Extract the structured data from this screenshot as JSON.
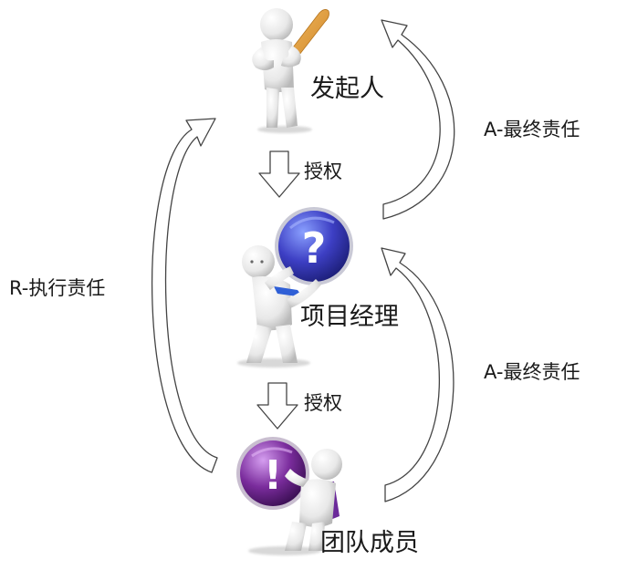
{
  "roles": {
    "initiator": "发起人",
    "project_manager": "项目经理",
    "team_members": "团队成员"
  },
  "authorization": {
    "top": "授权",
    "bottom": "授权"
  },
  "responsibility": {
    "execution_left": "R-执行责任",
    "final_top_right": "A-最终责任",
    "final_bottom_right": "A-最终责任"
  },
  "figures": {
    "initiator_icon": "figure-with-bat",
    "pm_icon": "figure-with-question-globe",
    "team_icon": "figure-with-exclamation-globe"
  },
  "colors": {
    "figure_body": "#e9e9e9",
    "bat": "#e39a35",
    "question_globe": "#3f3fc0",
    "exclamation_globe": "#7a2c9c",
    "tie": "#2f5fd6",
    "arrow_stroke": "#444444"
  }
}
